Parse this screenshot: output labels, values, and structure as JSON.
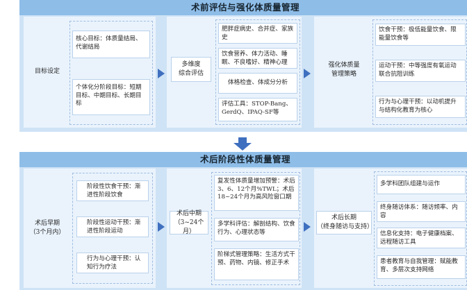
{
  "pre": {
    "title": "术前评估与强化体质量管理",
    "col1": {
      "main": "目标设定",
      "items": [
        "核心目标：体质量结局、代谢结局",
        "个体化分阶段目标：短期目标、中期目标、长期目标"
      ]
    },
    "col2": {
      "main": "多维度\n综合评估",
      "items": [
        "肥胖症病史、合并症、家族史",
        "饮食营养、体力活动、睡眠、不良嗜好、精神心理",
        "体格检查、体成分分析",
        "评估工具：STOP-Bang、GerdQ、IPAQ-SF等"
      ]
    },
    "col3": {
      "main": "强化体质量\n管理策略",
      "items": [
        "饮食干预：极低能量饮食、限能量饮食等",
        "运动干预：中等强度有氧运动联合抗阻训练",
        "行为与心理干预：以动机提升与结构化教育为核心"
      ]
    }
  },
  "post": {
    "title": "术后阶段性体质量管理",
    "col1": {
      "main": "术后早期\n（3个月内）",
      "items": [
        "阶段性饮食干预：渐进性阶段饮食",
        "阶段性运动干预：渐进性阶段运动",
        "行为与心理干预：认知行为疗法"
      ]
    },
    "col2": {
      "main": "术后中期\n（3~24个月）",
      "items": [
        "复发性体质量增加预警：术后3、6、12个月%TWL；术后18~24个月为高风险窗口期",
        "多学科评估：解剖结构、饮食行为、心理状态等",
        "阶梯式管理策略：生活方式干预、药物、内镜、修正手术"
      ]
    },
    "col3": {
      "main": "术后长期\n（终身随访与支持）",
      "items": [
        "多学科团队组建与运作",
        "终身随访体系：随访频率、内容",
        "信息化支持：电子健康档案、远程随访工具",
        "患者教育与自我管理：赋能教育、多层次支持网络"
      ]
    }
  }
}
